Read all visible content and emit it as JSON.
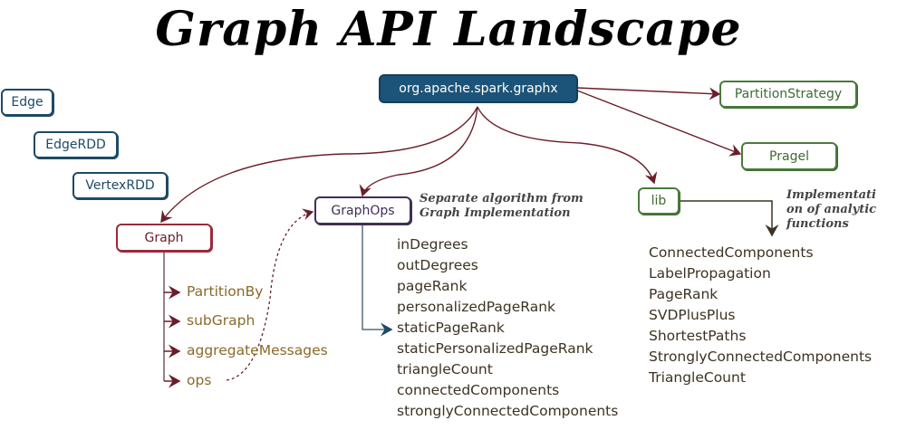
{
  "title": "Graph API Landscape",
  "colors": {
    "root_fill": "#1b5478",
    "blue": "#1d4a66",
    "green": "#3d6b30",
    "red": "#9a2a3a",
    "purple": "#3f2f55",
    "edge_red": "#6b1e2a",
    "list_text": "#3d3322",
    "graph_method_text": "#8a6a2a"
  },
  "nodes": {
    "root": "org.apache.spark.graphx",
    "edge": "Edge",
    "edgerdd": "EdgeRDD",
    "vertexrdd": "VertexRDD",
    "partition_strategy": "PartitionStrategy",
    "pregel": "Pragel",
    "graph": "Graph",
    "graphops": "GraphOps",
    "lib": "lib"
  },
  "notes": {
    "graphops_line1": "Separate algorithm from",
    "graphops_line2": "Graph Implementation",
    "lib_line1": "Implementati",
    "lib_line2": "on of analytic",
    "lib_line3": "functions"
  },
  "graph_methods": [
    "PartitionBy",
    "subGraph",
    "aggregateMessages",
    "ops"
  ],
  "graphops_methods": [
    "inDegrees",
    "outDegrees",
    "pageRank",
    "personalizedPageRank",
    "staticPageRank",
    "staticPersonalizedPageRank",
    "triangleCount",
    "connectedComponents",
    "stronglyConnectedComponents"
  ],
  "lib_functions": [
    "ConnectedComponents",
    "LabelPropagation",
    "PageRank",
    "SVDPlusPlus",
    "ShortestPaths",
    "StronglyConnectedComponents",
    "TriangleCount"
  ]
}
